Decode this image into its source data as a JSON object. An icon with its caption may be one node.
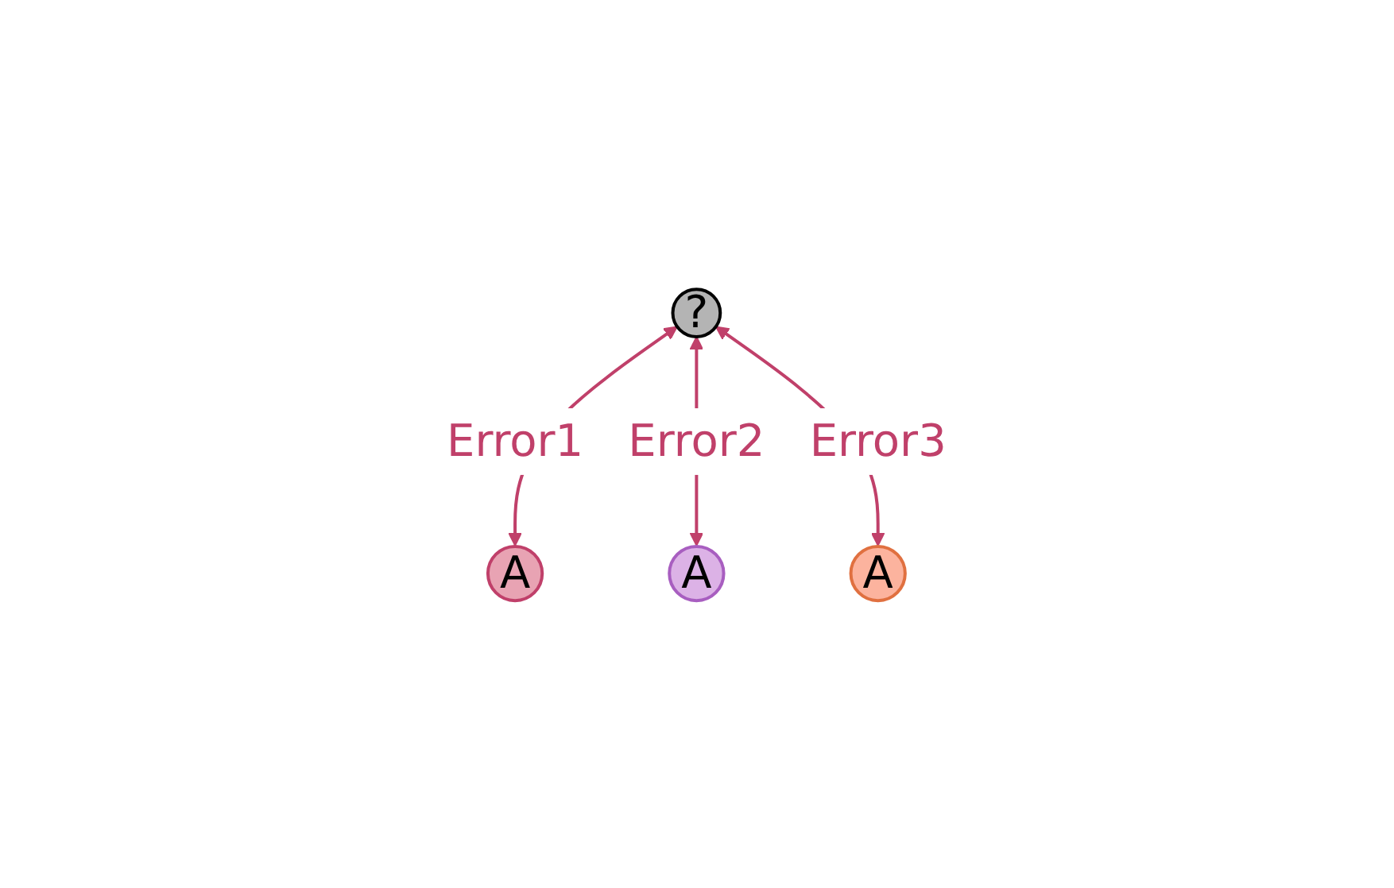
{
  "diagram": {
    "nodes": [
      {
        "text": [
          "?"
        ]
      },
      {
        "text": [
          "A"
        ]
      },
      {
        "text": [
          "A"
        ]
      },
      {
        "text": [
          "A"
        ]
      }
    ],
    "edges": [
      {
        "from": 1,
        "to": 0,
        "arrow": "both",
        "label": "Error1"
      },
      {
        "from": 2,
        "to": 0,
        "arrow": "both",
        "label": "Error2"
      },
      {
        "from": 3,
        "to": 0,
        "arrow": "both",
        "label": "Error3"
      }
    ]
  }
}
